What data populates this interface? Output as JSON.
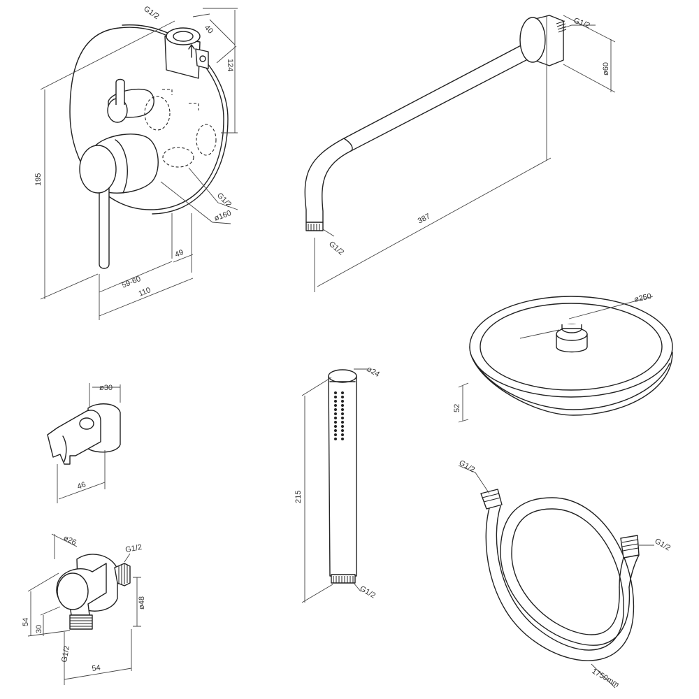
{
  "mixer": {
    "g_top": "G1/2",
    "w40": "40",
    "h124": "124",
    "h195": "195",
    "r5960": "59-60",
    "w110": "110",
    "w49": "49",
    "g_side": "G1/2",
    "dia160": "ø160"
  },
  "arm": {
    "g_wall": "G1/2",
    "dia60": "ø60",
    "len387": "387",
    "g_out": "G1/2"
  },
  "head": {
    "dia250": "ø250",
    "h52": "52"
  },
  "holder": {
    "dia30": "ø30",
    "w46": "46"
  },
  "handshower": {
    "dia24": "ø24",
    "len215": "215",
    "g": "G1/2"
  },
  "elbow": {
    "dia26": "ø26",
    "g_right": "G1/2",
    "h54": "54",
    "h30": "30",
    "dia48": "ø48",
    "g_bottom": "G1/2",
    "w54": "54"
  },
  "hose": {
    "g_left": "G1/2",
    "g_right": "G1/2",
    "len": "1750mm"
  },
  "colors": {
    "line": "#222222",
    "dim": "#444444",
    "text": "#333333"
  }
}
